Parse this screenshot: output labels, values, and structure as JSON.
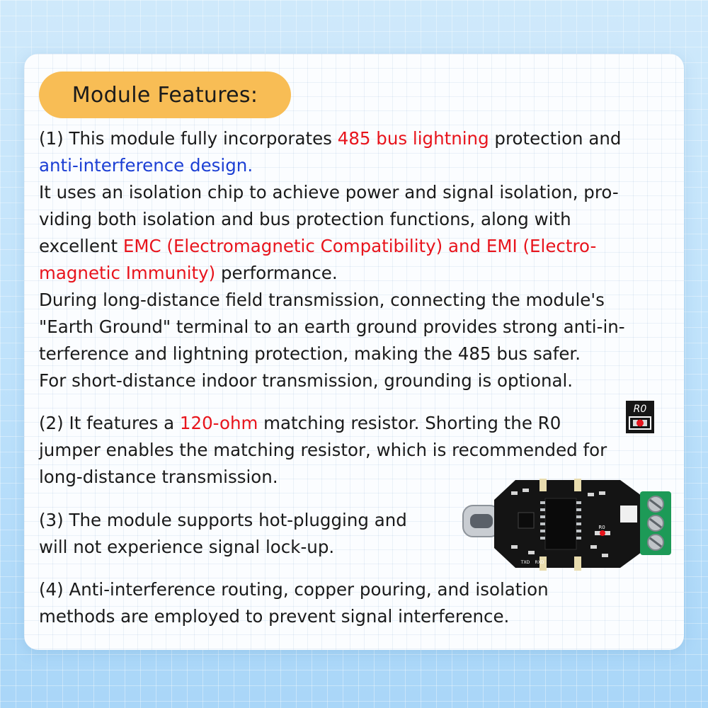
{
  "title": "Module Features:",
  "p1": {
    "l1a": "(1) This module fully incorporates ",
    "l1b": "485 bus lightning",
    "l1c": " protection and",
    "l2": "anti-interference design.",
    "l3": "It uses an isolation chip to achieve power and signal isolation, pro-",
    "l4": "viding both isolation and bus protection functions, along with",
    "l5a": "excellent ",
    "l5b": "EMC (Electromagnetic Compatibility) and EMI (Electro-",
    "l6a": "magnetic Immunity)",
    "l6b": " performance.",
    "l7": "During long-distance field transmission, connecting the module's",
    "l8": "\"Earth Ground\" terminal to an earth ground provides strong anti-in-",
    "l9": "terference and lightning protection, making the 485 bus safer.",
    "l10": "For short-distance indoor transmission, grounding is optional."
  },
  "p2": {
    "l1a": "(2) It features a ",
    "l1b": "120-ohm",
    "l1c": " matching resistor. Shorting the R0",
    "l2": "jumper enables the matching resistor, which is recommended for",
    "l3": "long-distance transmission."
  },
  "p3": {
    "l1": "(3) The module supports hot-plugging and",
    "l2": "will not experience signal lock-up."
  },
  "p4": {
    "l1": "(4) Anti-interference routing, copper pouring, and isolation",
    "l2": "methods are employed to prevent signal interference."
  },
  "r0_label": "R0",
  "board": {
    "txd_label": "TXD",
    "rxd_label": "RXD",
    "r0_label": "R0"
  },
  "colors": {
    "highlight_red": "#e8141c",
    "highlight_blue": "#1c3fd4",
    "title_badge": "#f8bd55"
  }
}
